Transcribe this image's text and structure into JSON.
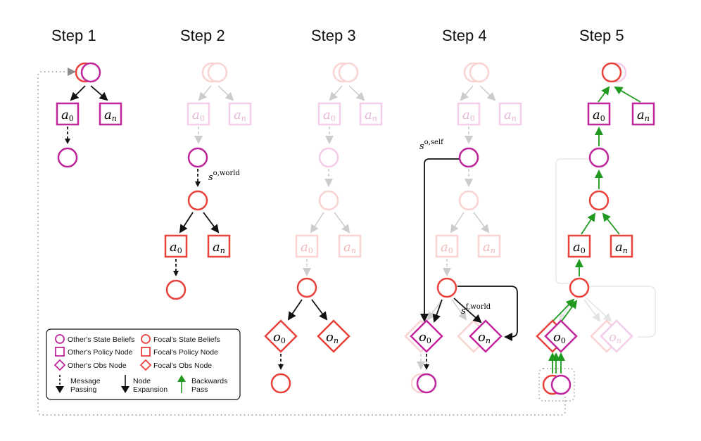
{
  "steps": [
    {
      "title": "Step 1"
    },
    {
      "title": "Step 2"
    },
    {
      "title": "Step 3"
    },
    {
      "title": "Step 4"
    },
    {
      "title": "Step 5"
    }
  ],
  "labels": {
    "a": "a",
    "o": "o",
    "sub0": "0",
    "subn": "n",
    "s": "s",
    "o_world_sup": "o,world",
    "o_self_sup": "o,self",
    "f_world_sup": "f,world"
  },
  "colors": {
    "other": "#c0269c",
    "focal": "#e8423c",
    "other_faded": "#f3cde9",
    "focal_faded": "#fad4d2",
    "grey": "#c8c8c8",
    "backwards": "#1f9a1f",
    "black": "#111111"
  },
  "legend": {
    "other_state": "Other's State Beliefs",
    "focal_state": "Focal's State Beliefs",
    "other_policy": "Other's Policy Node",
    "focal_policy": "Focal's Policy Node",
    "other_obs": "Other's Obs Node",
    "focal_obs": "Focal's Obs Node",
    "message_1": "Message",
    "message_2": "Passing",
    "expansion_1": "Node",
    "expansion_2": "Expansion",
    "backwards_1": "Backwards",
    "backwards_2": "Pass"
  }
}
